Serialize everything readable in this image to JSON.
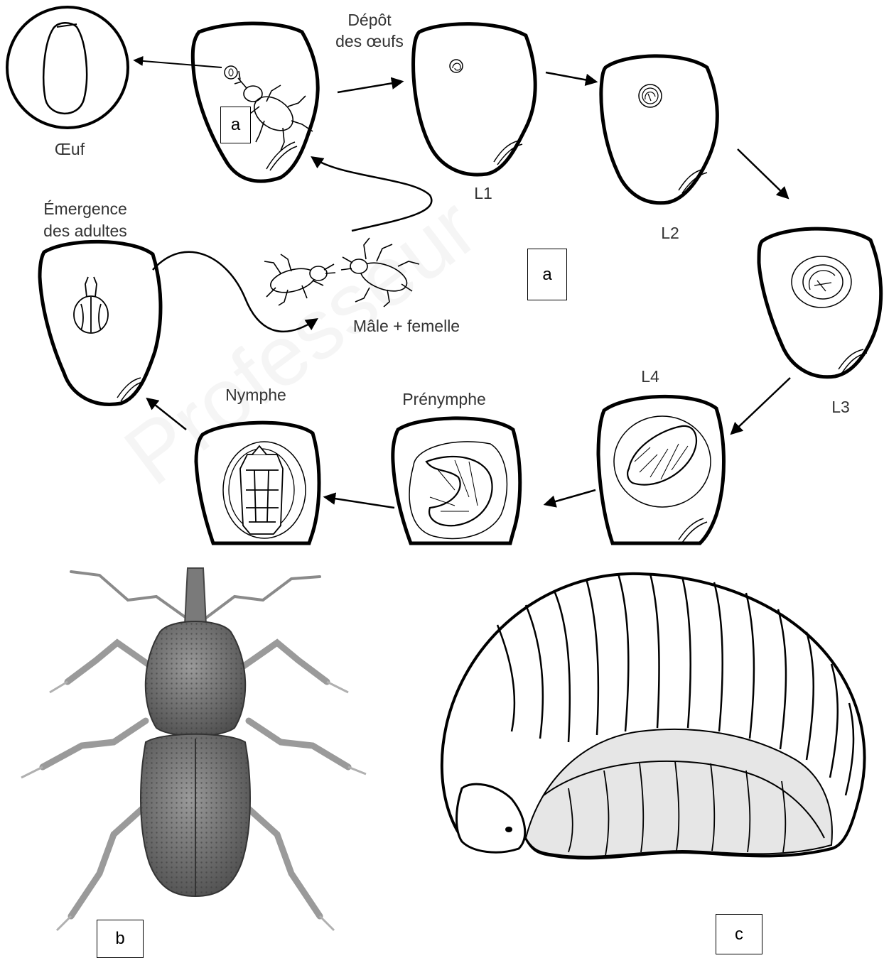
{
  "labels": {
    "egg": "Œuf",
    "deposit_line1": "Dépôt",
    "deposit_line2": "des œufs",
    "l1": "L1",
    "l2": "L2",
    "l3": "L3",
    "l4": "L4",
    "emergence_line1": "Émergence",
    "emergence_line2": "des adultes",
    "male_female": "Mâle + femelle",
    "nymph": "Nymphe",
    "prenymph": "Prénymphe"
  },
  "boxes": {
    "a_top": "a",
    "a_mid": "a",
    "b": "b",
    "c": "c"
  },
  "watermark": "Professeur"
}
